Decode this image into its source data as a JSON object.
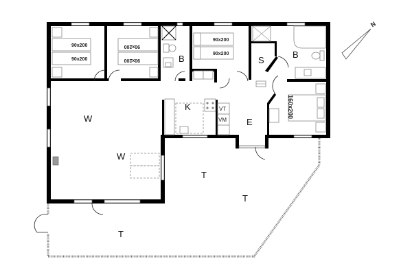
{
  "floorplan": {
    "rooms": {
      "bedroom1": {
        "label": "",
        "beds": [
          "90x200",
          "90x200"
        ]
      },
      "bedroom2": {
        "label": "",
        "beds": [
          "90x200",
          "90x200"
        ]
      },
      "bedroom3": {
        "label": "",
        "beds": [
          "90x200",
          "90x200"
        ]
      },
      "bathroom1": {
        "label": "B"
      },
      "bathroom2": {
        "label": "B"
      },
      "sauna": {
        "label": "S"
      },
      "kitchen": {
        "label": "K"
      },
      "living1": {
        "label": "W"
      },
      "living2": {
        "label": "W"
      },
      "entrance": {
        "label": "E"
      },
      "utility_vt": {
        "label": "VT"
      },
      "utility_vm": {
        "label": "VM"
      },
      "master_bedroom": {
        "bed": "160x200"
      },
      "terrace1": {
        "label": "T"
      },
      "terrace2": {
        "label": "T"
      },
      "terrace3": {
        "label": "T"
      }
    },
    "compass": {
      "label": "N"
    }
  }
}
